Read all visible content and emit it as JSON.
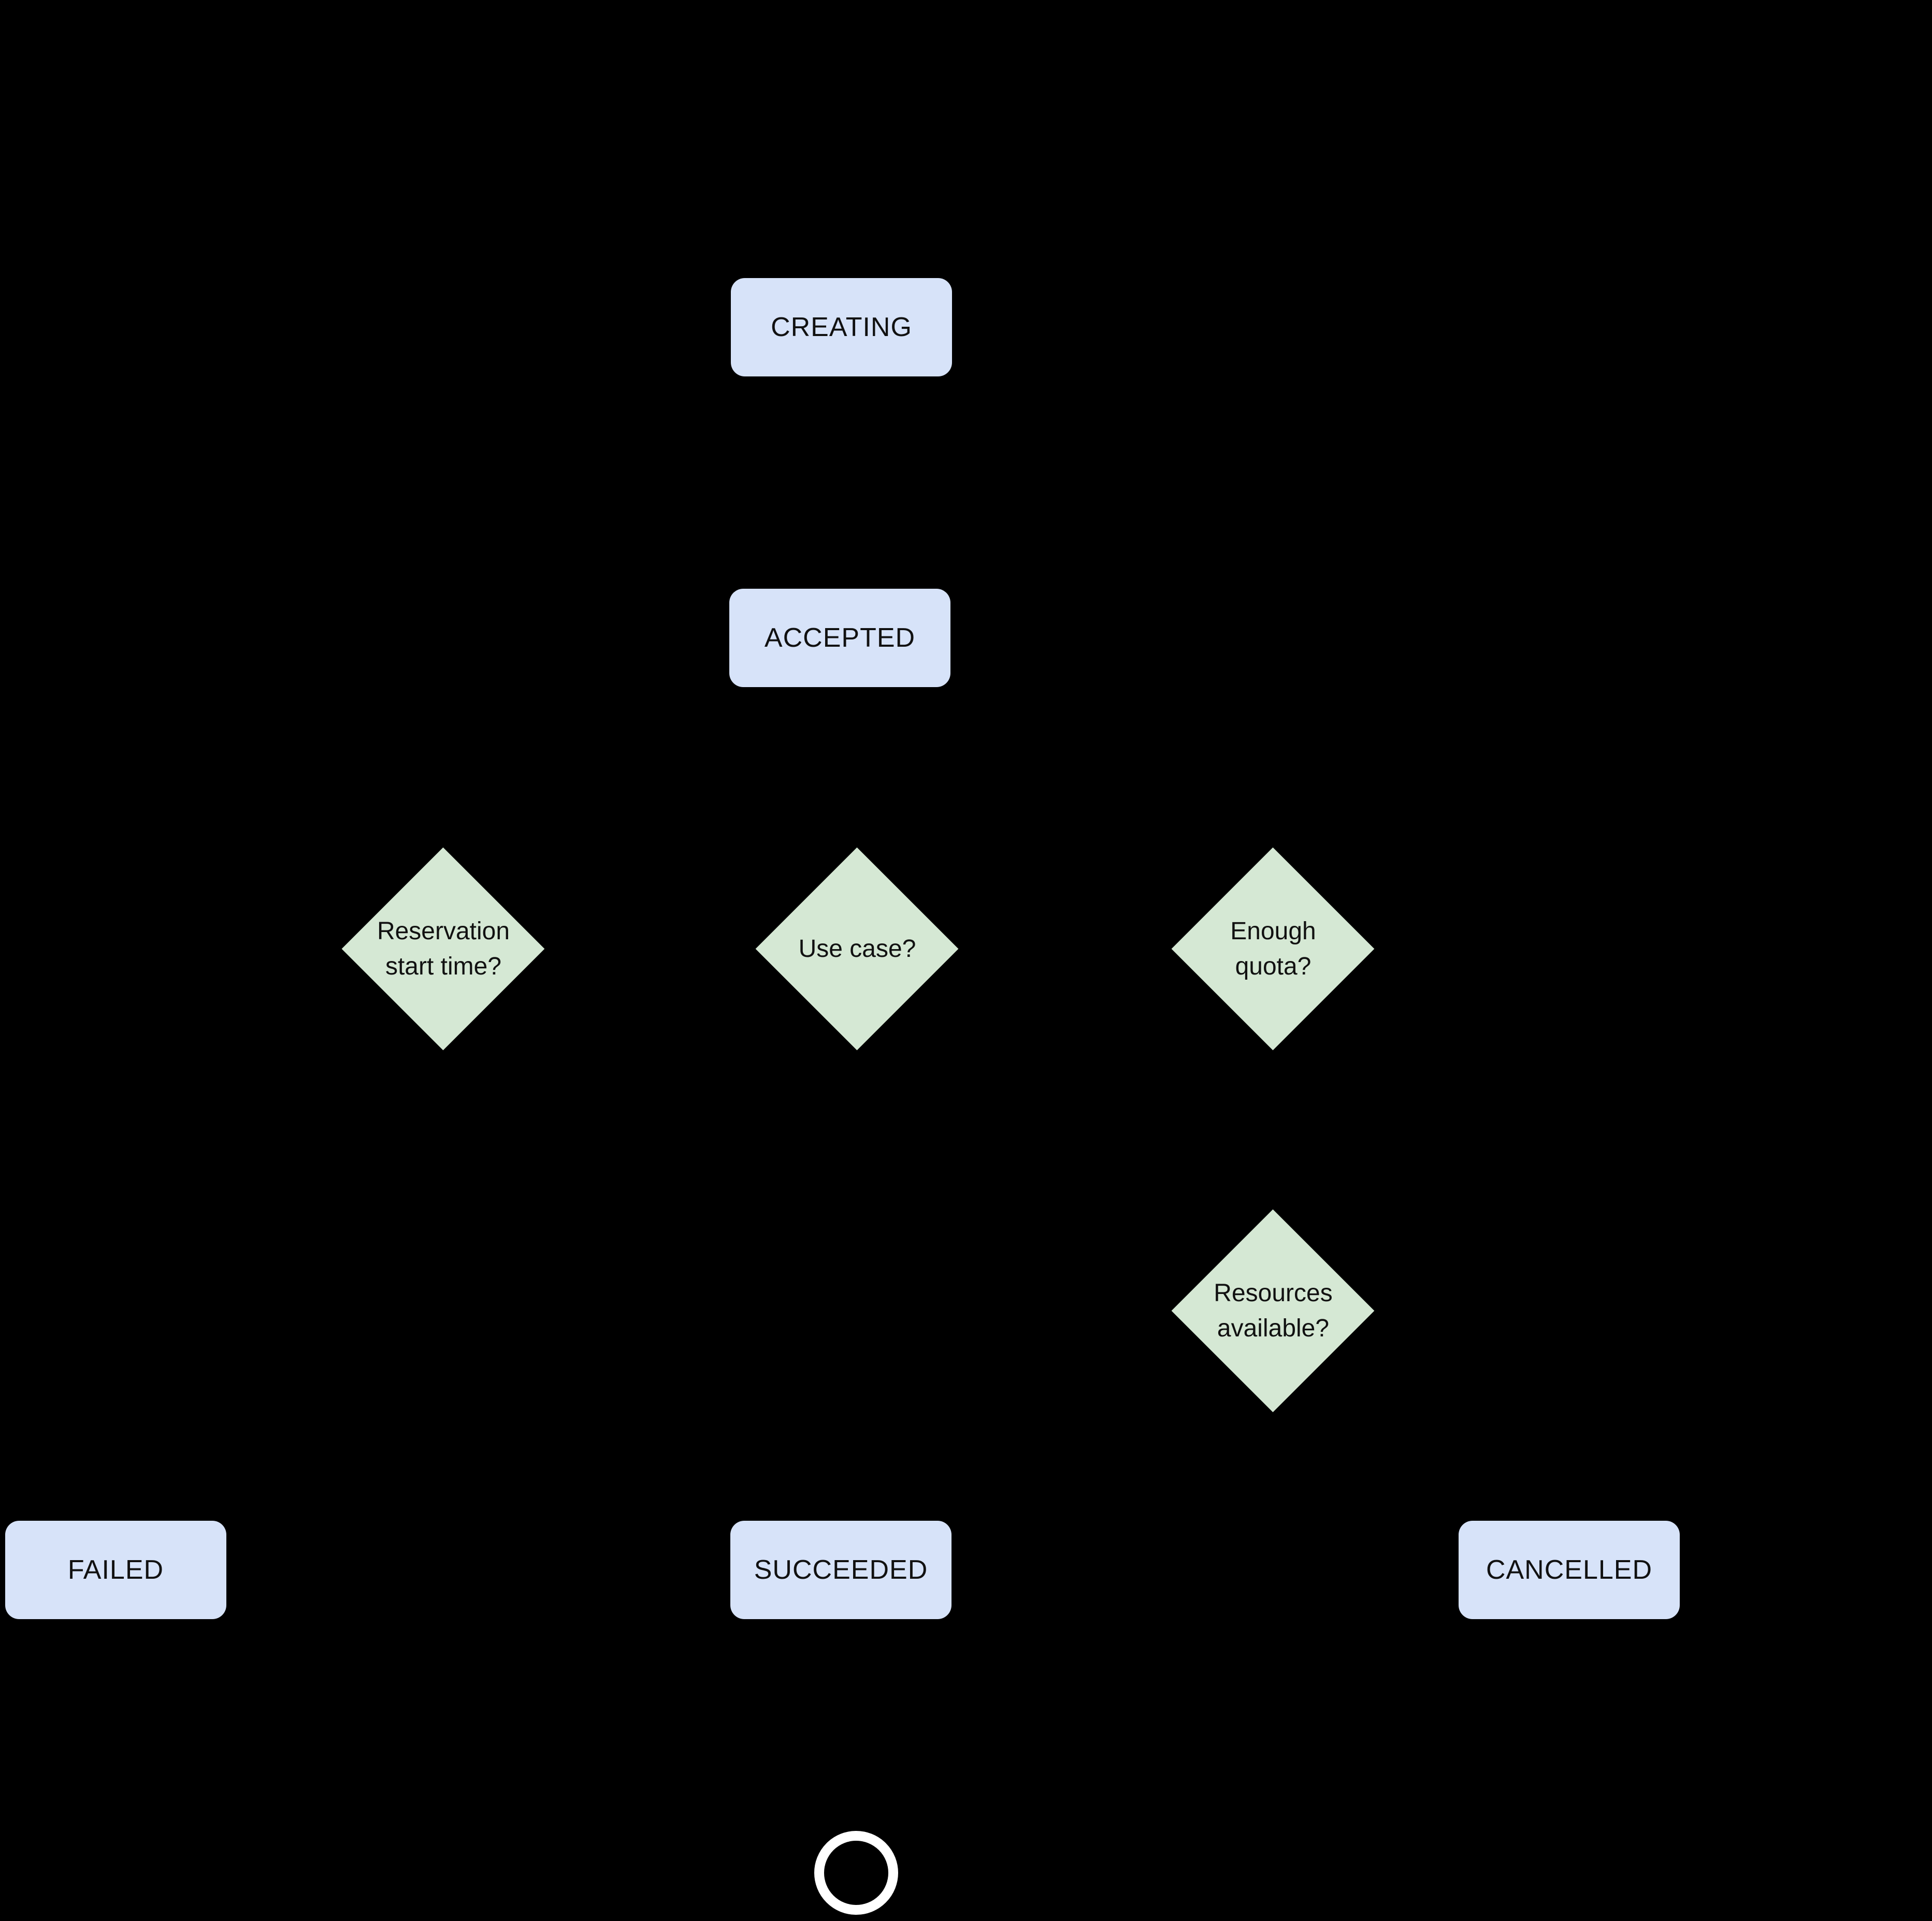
{
  "diagram": {
    "colors": {
      "background": "#000000",
      "state_fill": "#d7e3f9",
      "decision_fill": "#d5e8d4",
      "text": "#111111",
      "terminal_ring": "#ffffff"
    },
    "states": [
      {
        "id": "creating",
        "label": "CREATING"
      },
      {
        "id": "accepted",
        "label": "ACCEPTED"
      },
      {
        "id": "failed",
        "label": "FAILED"
      },
      {
        "id": "succeeded",
        "label": "SUCCEEDED"
      },
      {
        "id": "cancelled",
        "label": "CANCELLED"
      }
    ],
    "decisions": [
      {
        "id": "reservation-start-time",
        "lines": [
          "Reservation",
          "start time?"
        ]
      },
      {
        "id": "use-case",
        "lines": [
          "Use case?"
        ]
      },
      {
        "id": "enough-quota",
        "lines": [
          "Enough",
          "quota?"
        ]
      },
      {
        "id": "resources-available",
        "lines": [
          "Resources",
          "available?"
        ]
      }
    ]
  }
}
